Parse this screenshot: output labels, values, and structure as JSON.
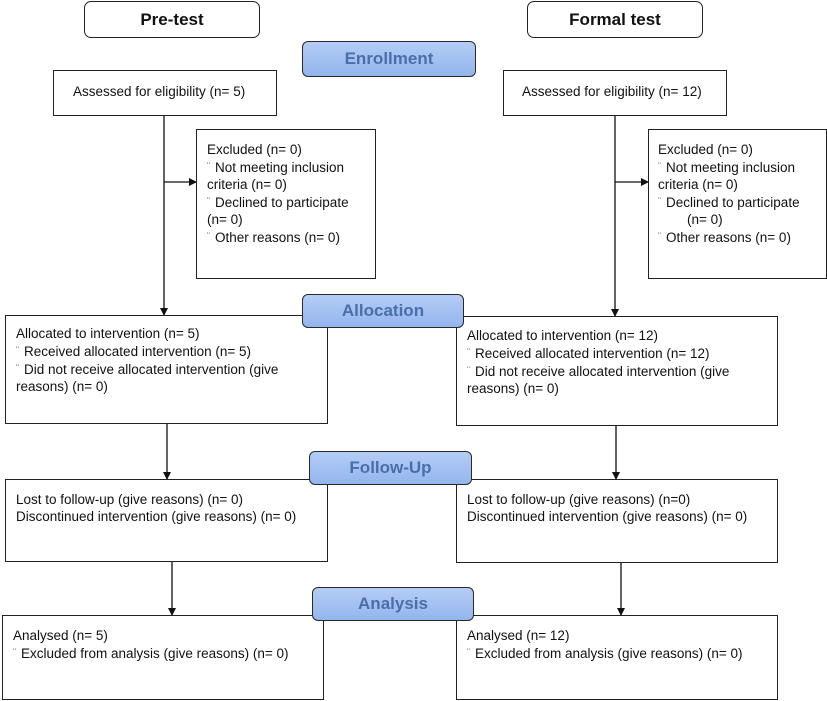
{
  "pretest": {
    "header": "Pre-test",
    "eligibility": "Assessed for eligibility (n= 5)",
    "excluded": {
      "title": "Excluded  (n= 0)",
      "not_meeting_1": "Not meeting inclusion",
      "not_meeting_2": "criteria (n= 0)",
      "declined_1": "Declined to participate",
      "declined_2": "(n= 0)",
      "other": "Other reasons (n= 0)"
    },
    "allocation": {
      "line1": "Allocated to intervention (n= 5)",
      "line2": "Received allocated intervention (n= 5)",
      "line3": "Did not receive allocated intervention (give",
      "line4": "reasons) (n= 0)"
    },
    "followup": {
      "line1": "Lost to follow-up (give reasons) (n= 0)",
      "line2": "Discontinued intervention (give reasons) (n= 0)"
    },
    "analysis": {
      "line1": "Analysed  (n= 5)",
      "line2": "Excluded from analysis (give reasons) (n= 0)"
    }
  },
  "formal": {
    "header": "Formal test",
    "eligibility": "Assessed for eligibility (n= 12)",
    "excluded": {
      "title": "Excluded  (n= 0)",
      "not_meeting_1": "Not meeting inclusion",
      "not_meeting_2": "criteria (n= 0)",
      "declined_1": "Declined to participate",
      "declined_2": "(n= 0)",
      "other": "Other reasons (n= 0)"
    },
    "allocation": {
      "line1": "Allocated to intervention (n= 12)",
      "line2": "Received allocated intervention (n= 12)",
      "line3": "Did not receive allocated intervention (give",
      "line4": "reasons) (n= 0)"
    },
    "followup": {
      "line1": "Lost to follow-up (give reasons) (n=0)",
      "line2": "Discontinued intervention (give reasons) (n= 0)"
    },
    "analysis": {
      "line1": "Analysed  (n= 12)",
      "line2": "Excluded from analysis (give reasons) (n= 0)"
    }
  },
  "stages": {
    "enrollment": "Enrollment",
    "allocation": "Allocation",
    "followup": "Follow-Up",
    "analysis": "Analysis"
  },
  "bullet_glyph": "¨",
  "colors": {
    "stage_fill": "#a6c3f2",
    "stage_text": "#4a6fa8",
    "border": "#222222"
  }
}
